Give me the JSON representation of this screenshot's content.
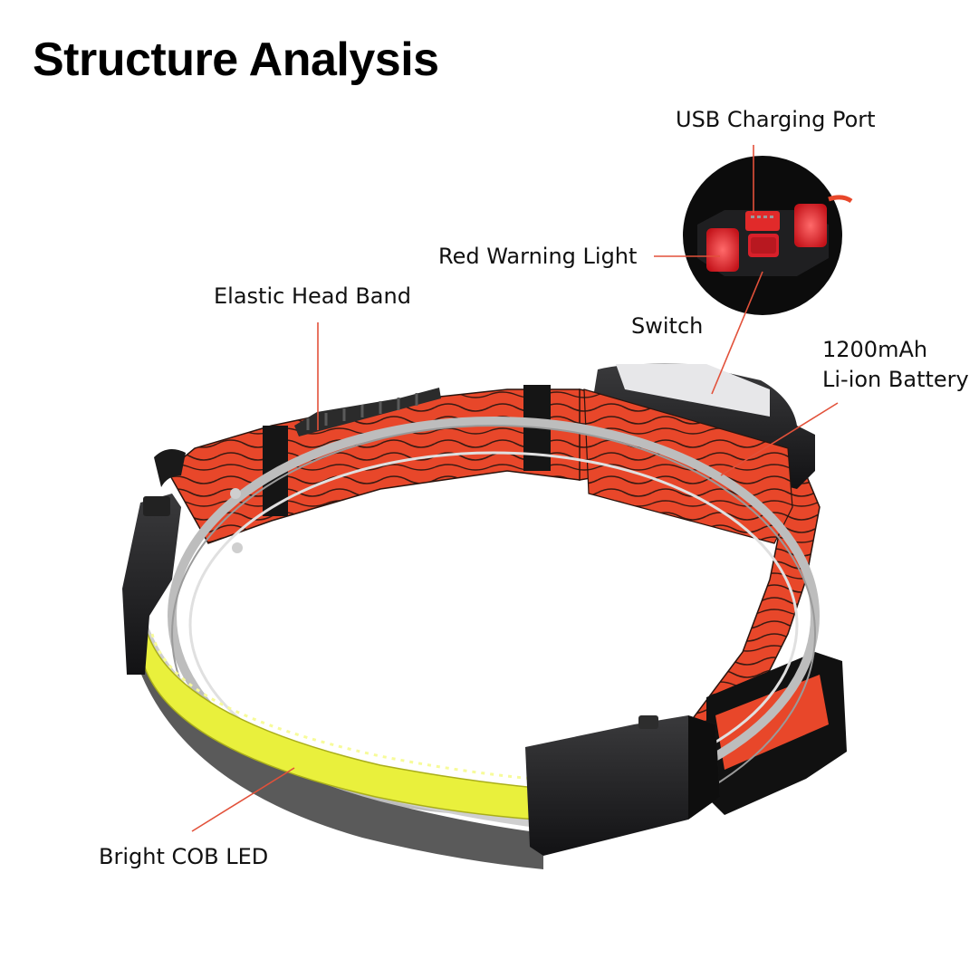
{
  "title": "Structure Analysis",
  "callouts": {
    "usb_port": "USB Charging Port",
    "red_light": "Red Warning Light",
    "head_band": "Elastic Head Band",
    "switch": "Switch",
    "battery_line1": "1200mAh",
    "battery_line2": "Li-ion Battery",
    "cob_led": "Bright COB LED"
  },
  "colors": {
    "leader_line": "#e2513a",
    "band_orange": "#e8472a",
    "cob_yellow": "#e9f03c",
    "housing_black": "#1c1c1e"
  }
}
